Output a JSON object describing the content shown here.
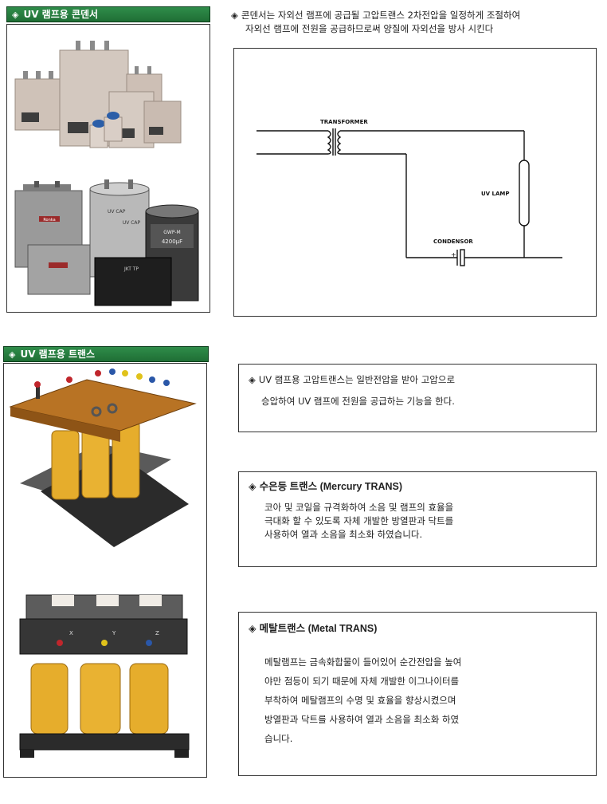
{
  "capacitor_section": {
    "title": "UV 램프용 콘덴서",
    "bullet": "◈",
    "description_line1": "콘덴서는 자외선 램프에 공급될 고압트랜스 2차전압을 일정하게 조절하여",
    "description_line2": "자외선 램프에 전원을 공급하므로써 양질에 자외선을 방사 시킨다",
    "diagram": {
      "transformer_label": "TRANSFORMER",
      "lamp_label": "UV LAMP",
      "condenser_label": "CONDENSOR",
      "plus_label": "+"
    },
    "photo_labels": {
      "cap1": "Ronka",
      "cap2": "UV CAP",
      "cap3": "UV CAP",
      "cap4": "JKT TP",
      "cap5": "GWP-M",
      "cap5_value": "4200μF"
    }
  },
  "trans_section": {
    "title": "UV 램프용 트랜스",
    "bullet": "◈",
    "intro_line1": "UV 램프용 고압트랜스는 일반전압을 받아 고압으로",
    "intro_line2": "승압하여 UV 램프에 전원을 공급하는 기능을 한다.",
    "mercury": {
      "title": "수은등 트랜스 (Mercury TRANS)",
      "line1": "코아 및 코일을 규격화하여 소음 및 램프의 효율을",
      "line2": "극대화 할 수 있도록 자체 개발한 방열판과 닥트를",
      "line3": "사용하여 열과 소음을 최소화 하였습니다."
    },
    "metal": {
      "title": "메탈트랜스 (Metal TRANS)",
      "line1": "메탈램프는 금속화합물이 들어있어 순간전압을 높여",
      "line2": "야만 점등이 되기 때문에 자체 개발한 이그나이터를",
      "line3": "부착하여 메탈램프의 수명 및 효율을 향상시켰으며",
      "line4": "방열판과 닥트를 사용하여 열과 소음을 최소화 하였",
      "line5": "습니다."
    },
    "photo_labels": {
      "x": "X",
      "y": "Y",
      "z": "Z"
    }
  }
}
